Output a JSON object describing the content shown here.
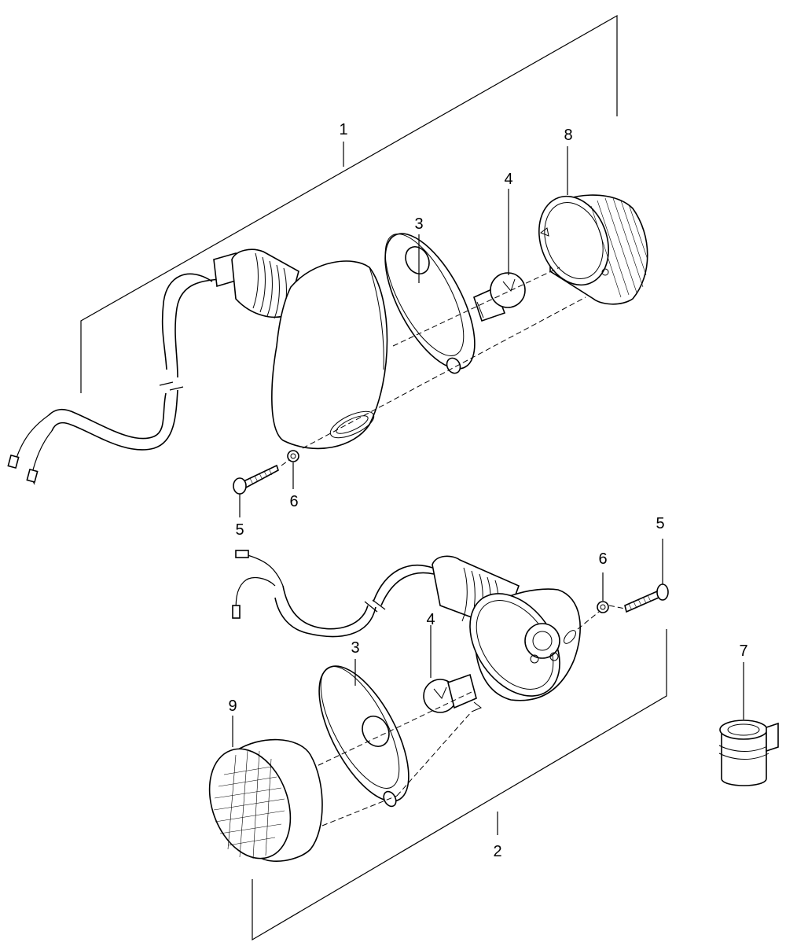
{
  "callouts": [
    {
      "id": "c1",
      "text": "1"
    },
    {
      "id": "c8",
      "text": "8"
    },
    {
      "id": "c4a",
      "text": "4"
    },
    {
      "id": "c3a",
      "text": "3"
    },
    {
      "id": "c6a",
      "text": "6"
    },
    {
      "id": "c5a",
      "text": "5"
    },
    {
      "id": "c5b",
      "text": "5"
    },
    {
      "id": "c6b",
      "text": "6"
    },
    {
      "id": "c4b",
      "text": "4"
    },
    {
      "id": "c3b",
      "text": "3"
    },
    {
      "id": "c9",
      "text": "9"
    },
    {
      "id": "c7",
      "text": "7"
    },
    {
      "id": "c2",
      "text": "2"
    }
  ]
}
